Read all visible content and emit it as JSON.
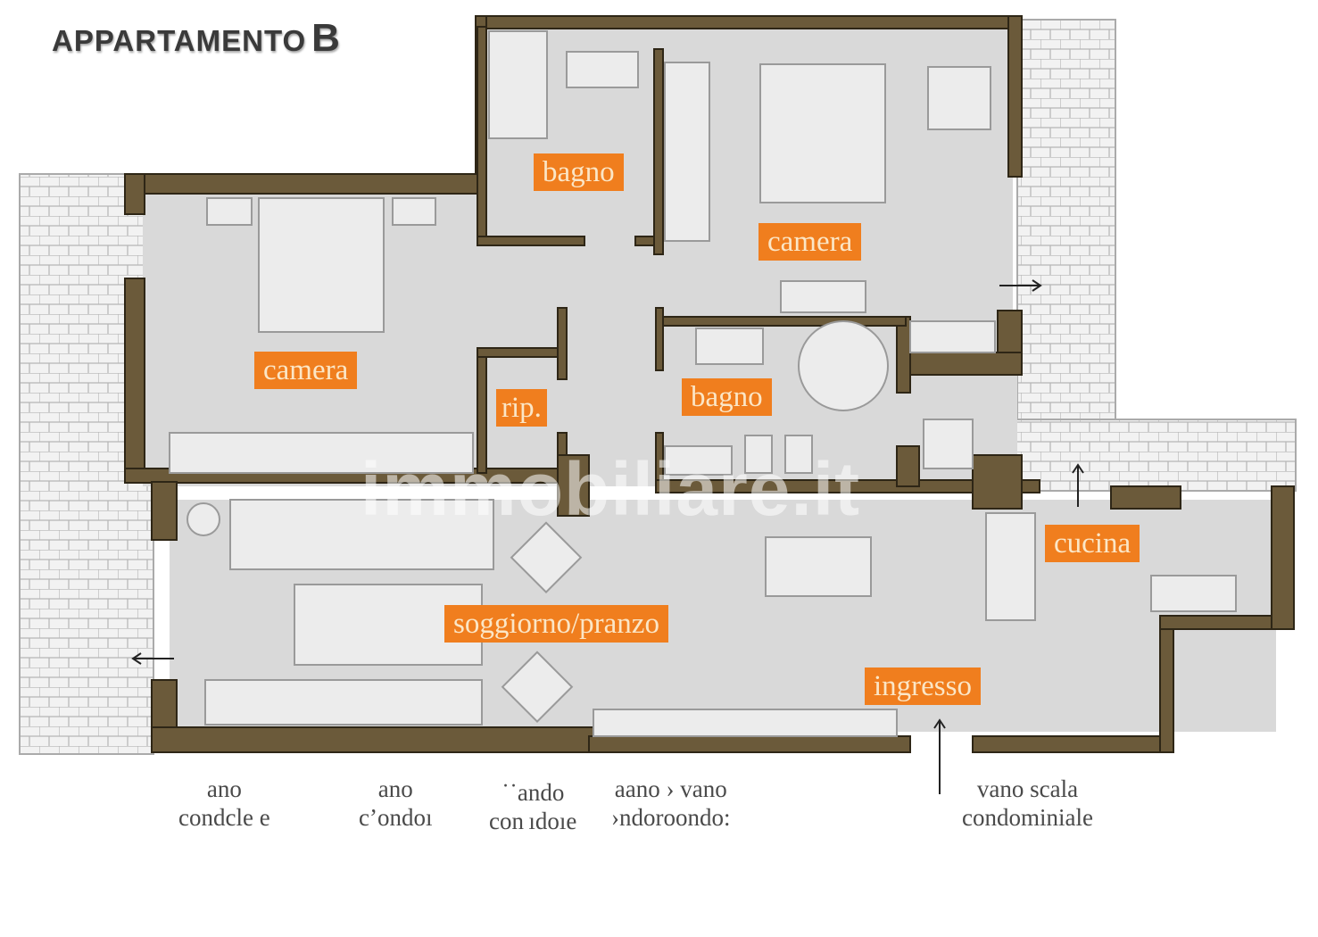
{
  "title": {
    "prefix": "APPARTAMENTO",
    "letter": "B"
  },
  "rooms": {
    "bagno_top": "bagno",
    "camera_right": "camera",
    "camera_left": "camera",
    "ripostiglio": "rip.",
    "bagno_middle": "bagno",
    "cucina": "cucina",
    "soggiorno": "soggiorno/pranzo",
    "ingresso": "ingresso"
  },
  "captions": {
    "c1": {
      "line1": "ano",
      "line2": "condcle e"
    },
    "c2": {
      "line1": "ano",
      "line2": "c’ondoı"
    },
    "c3": {
      "line1": "˙˙ando",
      "line2": "con ıdoıe"
    },
    "c4": {
      "line1": "aano › vano",
      "line2": "›ndoroondo:"
    },
    "stair": {
      "line1": "vano scala",
      "line2": "condominiale"
    }
  },
  "watermark": "immobiliare.it",
  "colors": {
    "wall": "#6b5a3a",
    "wall_outline": "#2e2616",
    "floor": "#d9d9d9",
    "terrace": "#eeeeee",
    "label_bg": "#f07e1e",
    "label_text": "#fbe6c6"
  }
}
